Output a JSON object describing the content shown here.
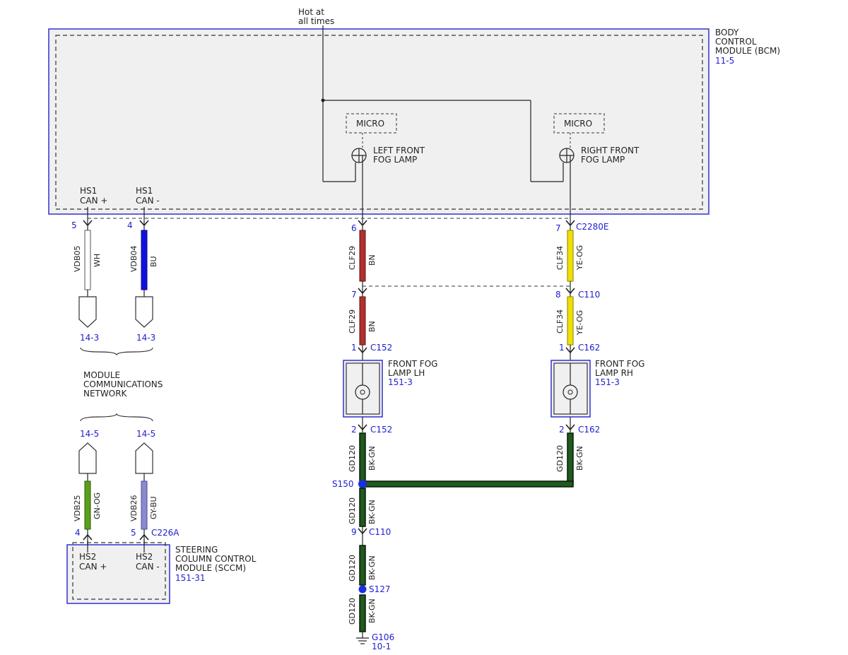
{
  "colors": {
    "link_blue": "#2020d0",
    "module_border": "#3030d0",
    "module_fill": "#f0f0f0",
    "wire_white": "#ffffff",
    "wire_blue": "#1010e0",
    "wire_brown": "#b03030",
    "wire_yellow": "#f0e000",
    "wire_green_olive": "#5aa01a",
    "wire_grayblue": "#8a8ad0",
    "wire_black_green": "#1f5a1f"
  },
  "hot_label_1": "Hot at",
  "hot_label_2": "all times",
  "bcm": {
    "name_1": "BODY",
    "name_2": "CONTROL",
    "name_3": "MODULE (BCM)",
    "ref": "11-5",
    "micro_left": "MICRO",
    "micro_right": "MICRO",
    "left_lamp_1": "LEFT FRONT",
    "left_lamp_2": "FOG LAMP",
    "right_lamp_1": "RIGHT FRONT",
    "right_lamp_2": "FOG LAMP",
    "hs1_plus_1": "HS1",
    "hs1_plus_2": "CAN +",
    "hs1_minus_1": "HS1",
    "hs1_minus_2": "CAN -"
  },
  "pins": {
    "vdb05_pin": "5",
    "vdb04_pin": "4",
    "lf_pin_top": "6",
    "rf_pin_top": "7",
    "c2280e": "C2280E",
    "lf_pin_mid": "7",
    "rf_pin_mid": "8",
    "c110_top": "C110",
    "lh_pin1": "1",
    "c152_top": "C152",
    "rh_pin1": "1",
    "c162_top": "C162",
    "lh_pin2": "2",
    "c152_bot": "C152",
    "rh_pin2": "2",
    "c162_bot": "C162",
    "c110_pin": "9",
    "c110_bot": "C110",
    "vdb25_pin": "4",
    "vdb26_pin": "5",
    "c226a": "C226A"
  },
  "wires": {
    "vdb05_circuit": "VDB05",
    "vdb05_color": "WH",
    "vdb04_circuit": "VDB04",
    "vdb04_color": "BU",
    "clf29_a_circuit": "CLF29",
    "clf29_a_color": "BN",
    "clf34_a_circuit": "CLF34",
    "clf34_a_color": "YE-OG",
    "clf29_b_circuit": "CLF29",
    "clf29_b_color": "BN",
    "clf34_b_circuit": "CLF34",
    "clf34_b_color": "YE-OG",
    "gd120_lh_circuit": "GD120",
    "gd120_lh_color": "BK-GN",
    "gd120_rh_circuit": "GD120",
    "gd120_rh_color": "BK-GN",
    "gd120_s150_circuit": "GD120",
    "gd120_s150_color": "BK-GN",
    "gd120_c110_circuit": "GD120",
    "gd120_c110_color": "BK-GN",
    "gd120_s127_circuit": "GD120",
    "gd120_s127_color": "BK-GN",
    "vdb25_circuit": "VDB25",
    "vdb25_color": "GN-OG",
    "vdb26_circuit": "VDB26",
    "vdb26_color": "GY-BU"
  },
  "network": {
    "ref_left_top": "14-3",
    "ref_right_top": "14-3",
    "label_1": "MODULE",
    "label_2": "COMMUNICATIONS",
    "label_3": "NETWORK",
    "ref_left_bot": "14-5",
    "ref_right_bot": "14-5"
  },
  "fog_lh": {
    "name_1": "FRONT FOG",
    "name_2": "LAMP LH",
    "ref": "151-3"
  },
  "fog_rh": {
    "name_1": "FRONT FOG",
    "name_2": "LAMP RH",
    "ref": "151-3"
  },
  "splices": {
    "s150": "S150",
    "s127": "S127"
  },
  "ground": {
    "name": "G106",
    "ref": "10-1"
  },
  "sccm": {
    "hs2_plus_1": "HS2",
    "hs2_plus_2": "CAN +",
    "hs2_minus_1": "HS2",
    "hs2_minus_2": "CAN -",
    "name_1": "STEERING",
    "name_2": "COLUMN CONTROL",
    "name_3": "MODULE (SCCM)",
    "ref": "151-31"
  }
}
